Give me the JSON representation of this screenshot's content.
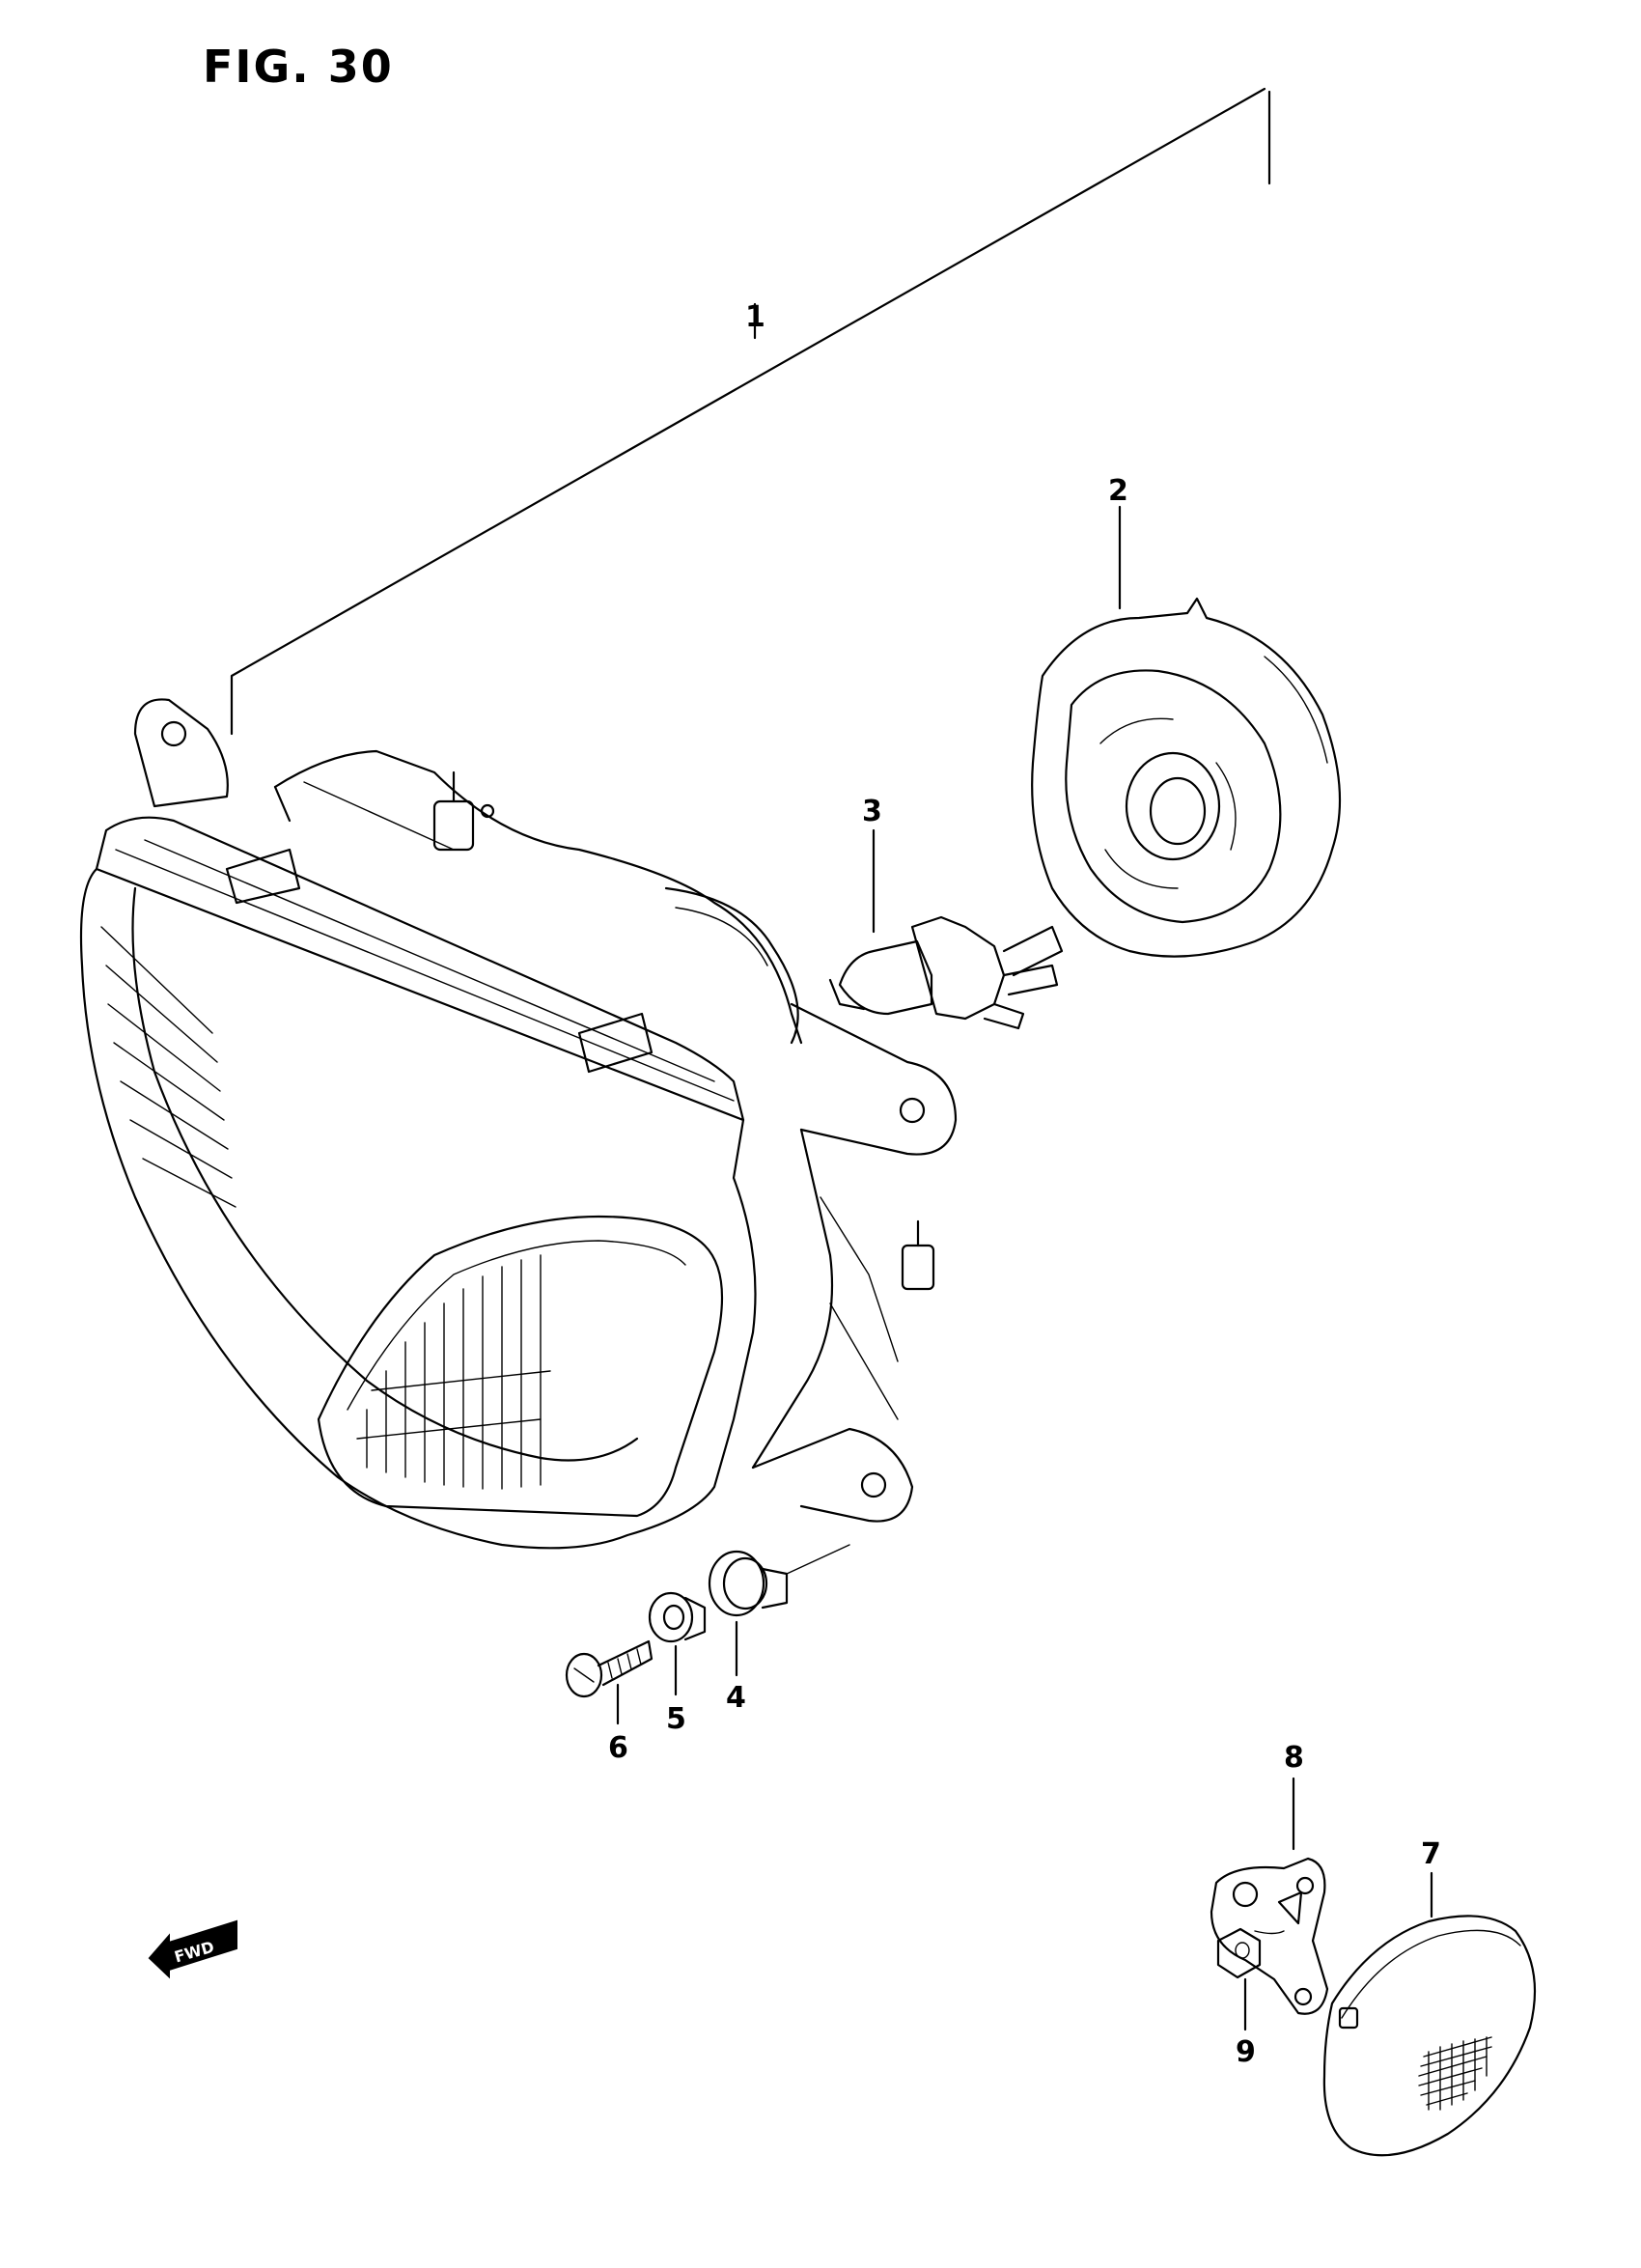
{
  "figure": {
    "title": "FIG. 30",
    "fwd_label": "FWD"
  },
  "callouts": [
    {
      "id": "callout-1",
      "label": "1"
    },
    {
      "id": "callout-2",
      "label": "2"
    },
    {
      "id": "callout-3",
      "label": "3"
    },
    {
      "id": "callout-4",
      "label": "4"
    },
    {
      "id": "callout-5",
      "label": "5"
    },
    {
      "id": "callout-6",
      "label": "6"
    },
    {
      "id": "callout-7",
      "label": "7"
    },
    {
      "id": "callout-8",
      "label": "8"
    },
    {
      "id": "callout-9",
      "label": "9"
    }
  ]
}
